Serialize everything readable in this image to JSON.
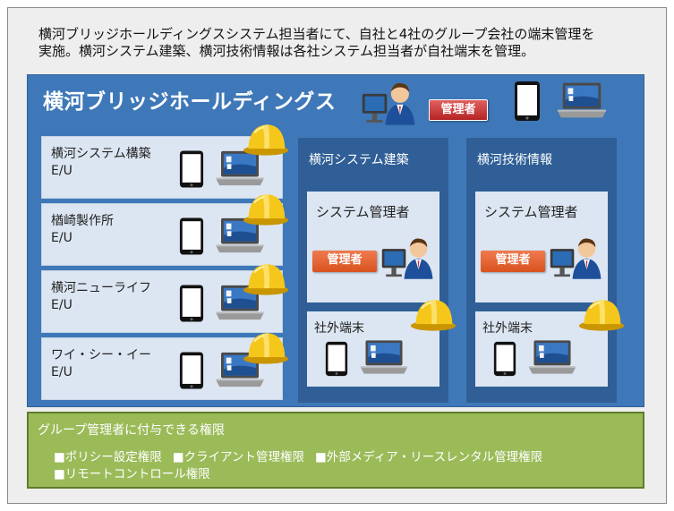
{
  "intro": {
    "line1": "横河ブリッジホールディングスシステム担当者にて、自社と4社のグループ会社の端末管理を",
    "line2": "実施。横河システム建築、横河技術情報は各社システム担当者が自社端末を管理。"
  },
  "hq": {
    "title": "横河ブリッジホールディングス",
    "admin_badge": "管理者"
  },
  "companies": [
    {
      "name": "横河システム構築",
      "eu": "E/U"
    },
    {
      "name": "楢崎製作所",
      "eu": "E/U"
    },
    {
      "name": "横河ニューライフ",
      "eu": "E/U"
    },
    {
      "name": "ワイ・シー・イー",
      "eu": "E/U"
    }
  ],
  "branches": [
    {
      "name": "横河システム建築",
      "sys_title": "システム管理者",
      "admin_badge": "管理者",
      "ext_title": "社外端末"
    },
    {
      "name": "横河技術情報",
      "sys_title": "システム管理者",
      "admin_badge": "管理者",
      "ext_title": "社外端末"
    }
  ],
  "permissions": {
    "title": "グループ管理者に付与できる権限",
    "items": [
      "■ポリシー設定権限",
      "■クライアント管理権限",
      "■外部メディア・リースレンタル管理権限",
      "■リモートコントロール権限"
    ]
  },
  "colors": {
    "hq_blue": "#3f78b8",
    "branch_blue": "#2f5f96",
    "panel_light": "#dce6f2",
    "perm_green": "#9bbb59",
    "badge_orange": "#e8642f",
    "badge_red": "#c0392b",
    "helmet_yellow": "#f5c518"
  }
}
